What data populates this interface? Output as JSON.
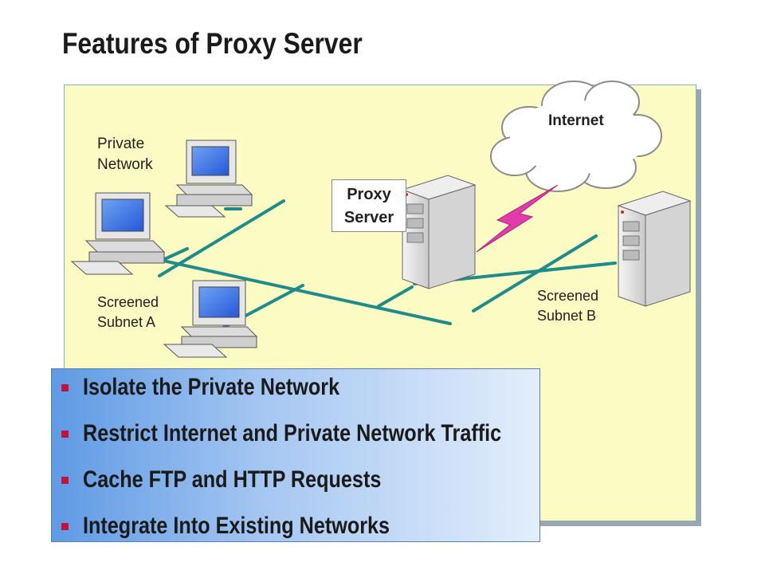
{
  "slide": {
    "title": "Features of Proxy Server"
  },
  "diagram": {
    "internet_label": "Internet",
    "private_network_label": [
      "Private",
      "Network"
    ],
    "screened_subnet_a_label": [
      "Screened",
      "Subnet A"
    ],
    "screened_subnet_b_label": [
      "Screened",
      "Subnet B"
    ],
    "proxy_server_label": [
      "Proxy",
      "Server"
    ],
    "colors": {
      "panel_background": "#fdfbc4",
      "network_line": "#1f8c8c",
      "lightning": "#e23ca8",
      "bullet_marker": "#c0143c"
    }
  },
  "bullets": [
    "Isolate the Private Network",
    "Restrict Internet and Private Network Traffic",
    "Cache FTP and HTTP Requests",
    "Integrate Into Existing Networks"
  ]
}
